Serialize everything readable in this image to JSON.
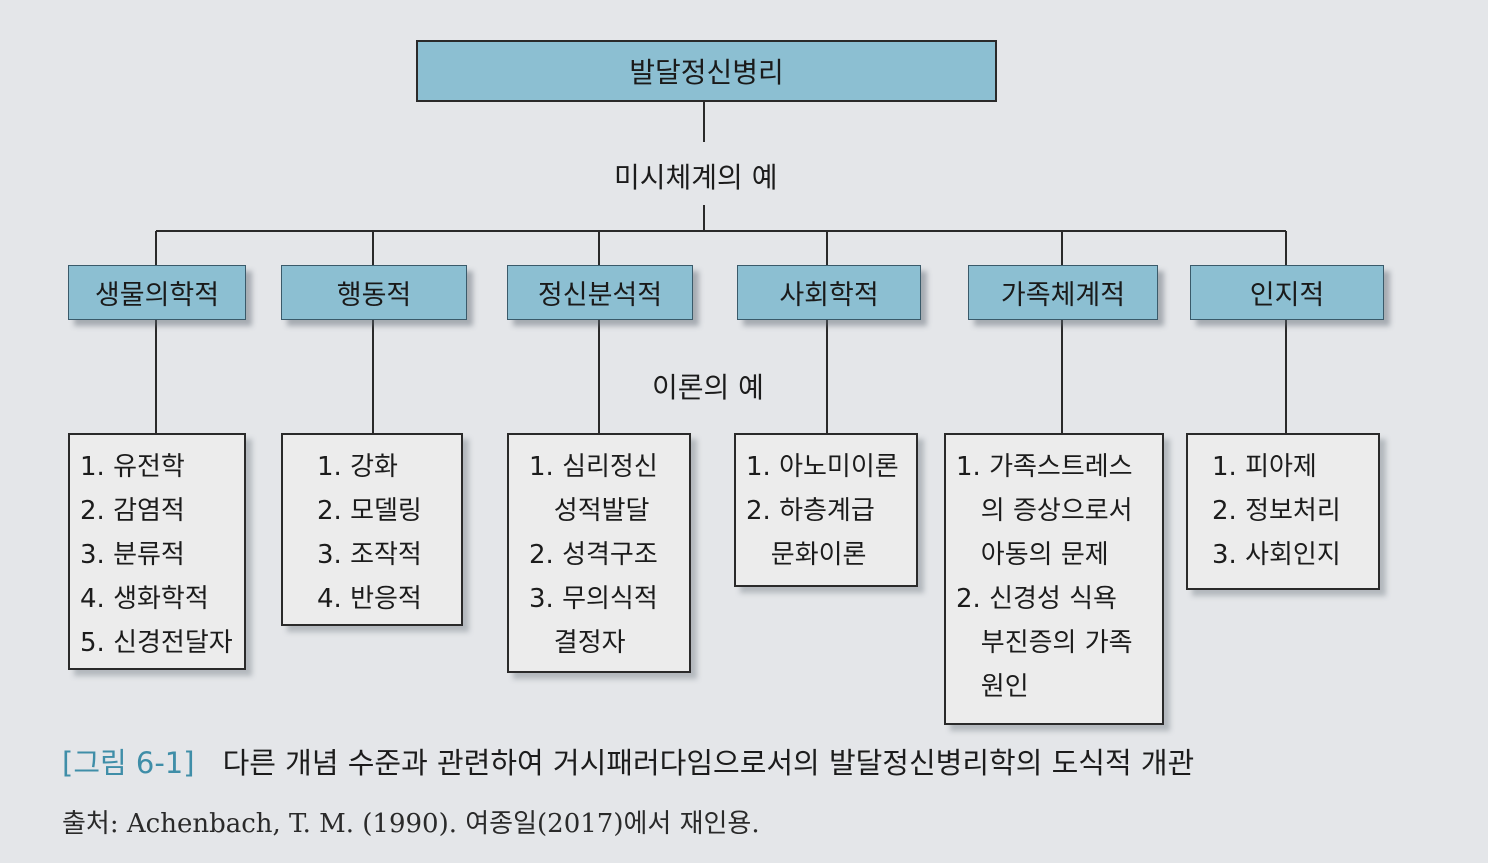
{
  "root": "발달정신병리",
  "micro_label": "미시체계의 예",
  "theory_label": "이론의 예",
  "categories": [
    {
      "name": "생물의학적",
      "items": [
        "1. 유전학",
        "2. 감염적",
        "3. 분류적",
        "4. 생화학적",
        "5. 신경전달자"
      ]
    },
    {
      "name": "행동적",
      "items": [
        "1. 강화",
        "2. 모델링",
        "3. 조작적",
        "4. 반응적"
      ]
    },
    {
      "name": "정신분석적",
      "items": [
        "1. 심리정신",
        "   성적발달",
        "2. 성격구조",
        "3. 무의식적",
        "   결정자"
      ]
    },
    {
      "name": "사회학적",
      "items": [
        "1. 아노미이론",
        "2. 하층계급",
        "   문화이론"
      ]
    },
    {
      "name": "가족체계적",
      "items": [
        "1. 가족스트레스",
        "   의 증상으로서",
        "   아동의 문제",
        "2. 신경성 식욕",
        "   부진증의 가족",
        "   원인"
      ]
    },
    {
      "name": "인지적",
      "items": [
        "1. 피아제",
        "2. 정보처리",
        "3. 사회인지"
      ]
    }
  ],
  "caption": {
    "number": "[그림 6-1]",
    "text": "다른 개념 수준과 관련하여 거시패러다임으로서의 발달정신병리학의 도식적 개관"
  },
  "source": "출처: Achenbach, T. M. (1990). 여종일(2017)에서 재인용."
}
